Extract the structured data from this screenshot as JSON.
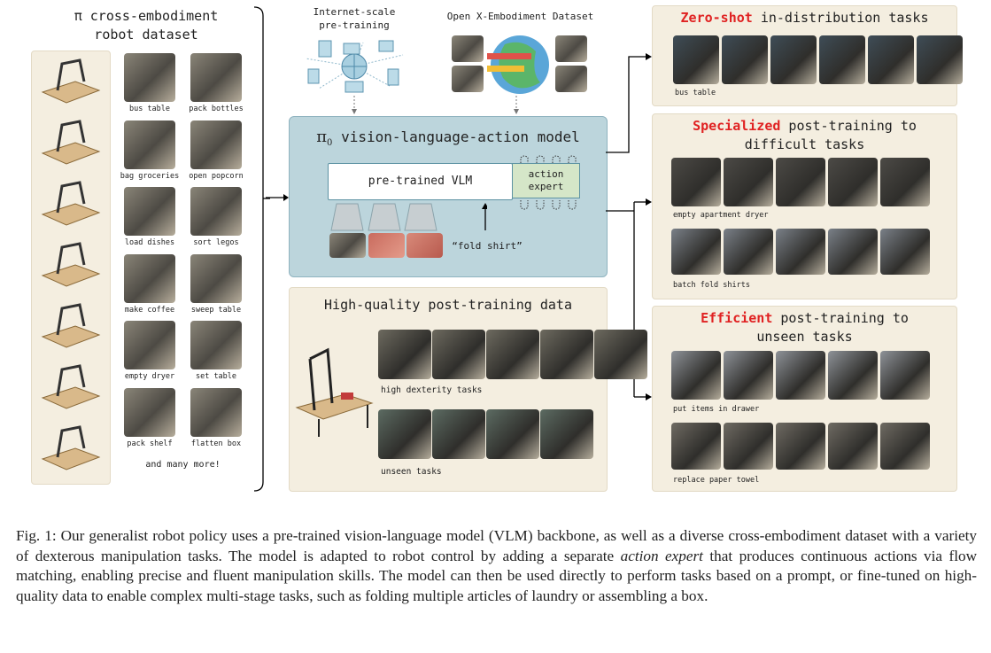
{
  "left": {
    "title_line1": "π cross-embodiment",
    "title_line2": "robot dataset",
    "tasks": [
      "bus table",
      "pack bottles",
      "bag groceries",
      "open popcorn",
      "load dishes",
      "sort legos",
      "make coffee",
      "sweep table",
      "empty dryer",
      "set table",
      "pack shelf",
      "flatten box"
    ],
    "more": "and many more!"
  },
  "center": {
    "internet_line1": "Internet-scale",
    "internet_line2": "pre-training",
    "oxe": "Open X-Embodiment Dataset",
    "vla_title_symbol": "π",
    "vla_title_sub": "0",
    "vla_title": "vision-language-action model",
    "vlm": "pre-trained VLM",
    "expert_line1": "action",
    "expert_line2": "expert",
    "prompt": "“fold shirt”",
    "hq_title": "High-quality post-training data",
    "hq_row1": "high dexterity tasks",
    "hq_row2": "unseen tasks"
  },
  "right": {
    "zero": {
      "hl": "Zero-shot",
      "rest": " in-distribution tasks",
      "tasks": [
        "bus table"
      ]
    },
    "spec": {
      "hl": "Specialized",
      "rest": " post-training to",
      "line2": "difficult tasks",
      "tasks": [
        "empty apartment dryer",
        "batch fold shirts"
      ]
    },
    "eff": {
      "hl": "Efficient",
      "rest": " post-training to",
      "line2": "unseen tasks",
      "tasks": [
        "put items in drawer",
        "replace paper towel"
      ]
    }
  },
  "caption": {
    "p1": "Fig. 1: Our generalist robot policy uses a pre-trained vision-language model (VLM) backbone, as well as a diverse cross-embodiment dataset with a variety of dexterous manipulation tasks. The model is adapted to robot control by adding a separate ",
    "em": "action expert",
    "p2": " that produces continuous actions via flow matching, enabling precise and fluent manipulation skills. The model can then be used directly to perform tasks based on a prompt, or fine-tuned on high-quality data to enable complex multi-stage tasks, such as folding multiple articles of laundry or assembling a box."
  },
  "colors": {
    "vla_fill": "#bcd5dc",
    "beige": "#f4eee0",
    "expert": "#d5e6c8",
    "highlight": "#e02222"
  }
}
